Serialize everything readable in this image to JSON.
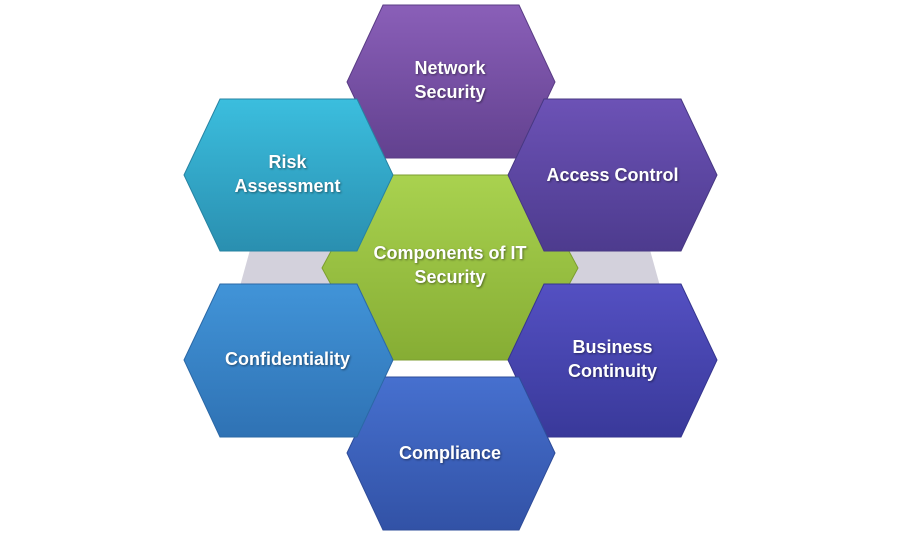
{
  "center": {
    "line1": "Components of IT",
    "line2": "Security",
    "color": "#9BC440"
  },
  "nodes": [
    {
      "line1": "Network",
      "line2": "Security",
      "color": "#7B52A8"
    },
    {
      "line1": "Access Control",
      "line2": "",
      "color": "#5E47A6"
    },
    {
      "line1": "Business",
      "line2": "Continuity",
      "color": "#4A46B0"
    },
    {
      "line1": "Compliance",
      "line2": "",
      "color": "#3F60BE"
    },
    {
      "line1": "Confidentiality",
      "line2": "",
      "color": "#3A86CC"
    },
    {
      "line1": "Risk",
      "line2": "Assessment",
      "color": "#33AACB"
    }
  ]
}
